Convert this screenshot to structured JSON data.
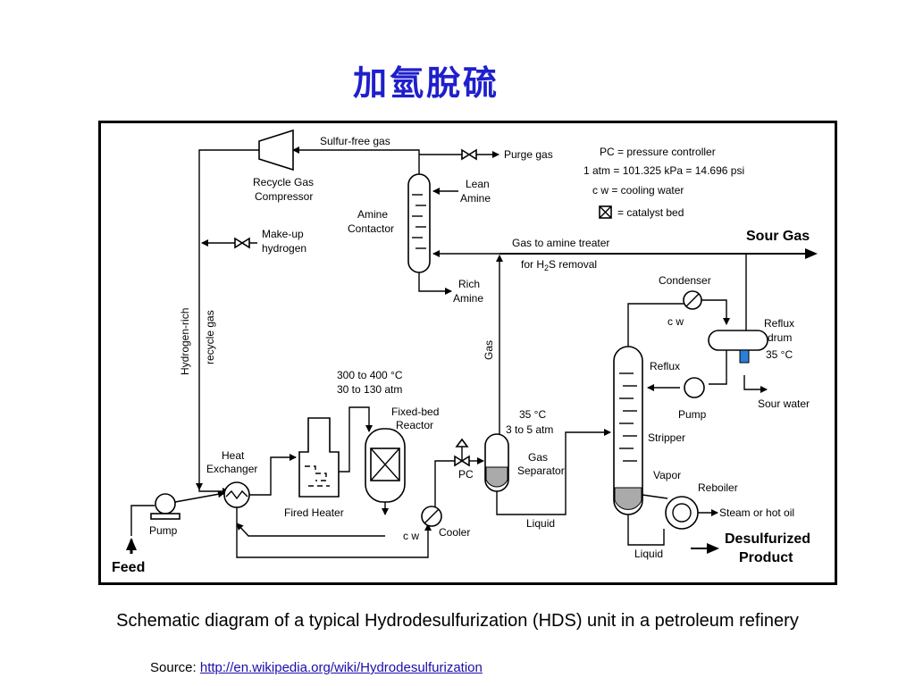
{
  "slide": {
    "title": "加氫脫硫",
    "caption": "Schematic diagram of a typical Hydrodesulfurization (HDS) unit in a petroleum refinery",
    "source_label": "Source: ",
    "source_link": "http://en.wikipedia.org/wiki/Hydrodesulfurization"
  },
  "legend": {
    "pc": "PC = pressure controller",
    "atm": "1 atm = 101.325 kPa = 14.696 psi",
    "cw": "c w  = cooling water",
    "catalyst": "= catalyst bed"
  },
  "labels": {
    "sulfur_free_gas": "Sulfur-free gas",
    "purge_gas": "Purge gas",
    "recycle_gas": "Recycle Gas",
    "compressor": "Compressor",
    "lean": "Lean",
    "amine": "Amine",
    "amine_contactor_1": "Amine",
    "amine_contactor_2": "Contactor",
    "makeup_1": "Make-up",
    "makeup_2": "hydrogen",
    "gas_to_amine": "Gas to amine treater",
    "h2s_pre": "for H",
    "h2s_sub": "2",
    "h2s_post": "S removal",
    "sour_gas": "Sour Gas",
    "rich": "Rich",
    "rich_amine": "Amine",
    "hydrogen_rich": "Hydrogen-rich",
    "recycle_gas_vert": "recycle gas",
    "gas": "Gas",
    "condenser": "Condenser",
    "cw": "c w",
    "reflux_drum_1": "Reflux",
    "reflux_drum_2": "drum",
    "reflux_temp": "35 °C",
    "reflux": "Reflux",
    "pump": "Pump",
    "sour_water": "Sour water",
    "temp_range": "300 to 400 °C",
    "pressure_range": "30 to 130 atm",
    "reactor_1": "Fixed-bed",
    "reactor_2": "Reactor",
    "sep_temp": "35 °C",
    "sep_press": "3 to 5 atm",
    "gas_sep_1": "Gas",
    "gas_sep_2": "Separator",
    "stripper": "Stripper",
    "heat_ex_1": "Heat",
    "heat_ex_2": "Exchanger",
    "fired_heater": "Fired Heater",
    "pc": "PC",
    "vapor": "Vapor",
    "reboiler": "Reboiler",
    "steam": "Steam or hot oil",
    "liquid": "Liquid",
    "liquid2": "Liquid",
    "cooler": "Cooler",
    "cw2": "c w",
    "feed_pump": "Pump",
    "feed": "Feed",
    "product_1": "Desulfurized",
    "product_2": "Product"
  }
}
